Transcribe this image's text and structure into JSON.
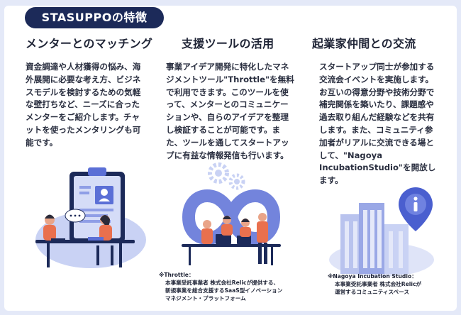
{
  "badge": "STASUPPOの特徴",
  "columns": [
    {
      "title": "メンターとのマッチング",
      "body": "資金調達や人材獲得の悩み、海外展開に必要な考え方、ビジネスモデルを検討するための気軽な壁打ちなど、ニーズに合ったメンターをご紹介します。チャットを使ったメンタリングも可能です。"
    },
    {
      "title": "支援ツールの活用",
      "body": "事業アイデア開発に特化したマネジメントツール\"Throttle\"を無料で利用できます。このツールを使って、メンターとのコミュニケーションや、自らのアイデアを整理し検証することが可能です。また、ツールを通してスタートアップに有益な情報発信も行います。"
    },
    {
      "title": "起業家仲間との交流",
      "body": "スタートアップ同士が参加する交流会イベントを実施します。お互いの得意分野や技術分野で補完関係を築いたり、課題感や過去取り組んだ経験などを共有します。また、コミュニティ参加者がリアルに交流できる場として、\"Nagoya IncubationStudio\"を開放します。"
    }
  ],
  "notes": {
    "throttle": {
      "line1": "※Throttle：",
      "line2": "本事業受託事業者 株式会社Relicが提供する、",
      "line3": "新規事業を総合支援するSaaS型イノベーション",
      "line4": "マネジメント・プラットフォーム"
    },
    "nagoya": {
      "line1": "※Nagoya Incubation Studio：",
      "line2": "本事業受託事業者 株式会社Relicが",
      "line3": "運営するコミュニティスペース"
    }
  },
  "icons": {
    "illustration1": "mentor-meeting-illustration",
    "illustration2": "team-tool-illustration",
    "illustration3": "city-info-illustration"
  },
  "colors": {
    "navy": "#1c2a59",
    "accent_blue": "#5b6fd6",
    "light_blue": "#c9d2f4",
    "orange": "#e9704e"
  }
}
